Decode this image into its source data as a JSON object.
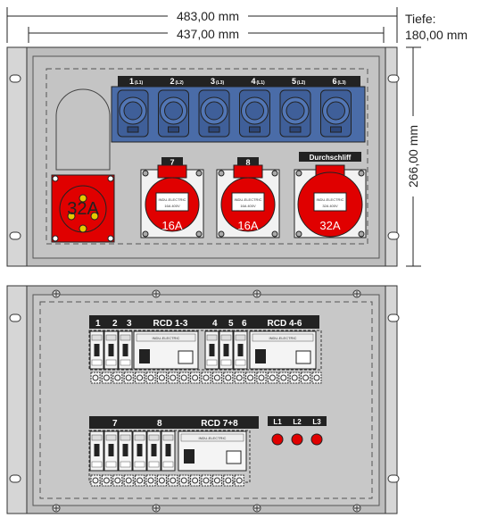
{
  "dimensions": {
    "width_total": "483,00 mm",
    "width_inner": "437,00 mm",
    "depth_label": "Tiefe:",
    "depth_value": "180,00 mm",
    "height": "266,00 mm"
  },
  "top_panel": {
    "blue_sockets": [
      {
        "num": "1",
        "sub": "(L1)"
      },
      {
        "num": "2",
        "sub": "(L2)"
      },
      {
        "num": "3",
        "sub": "(L3)"
      },
      {
        "num": "4",
        "sub": "(L1)"
      },
      {
        "num": "5",
        "sub": "(L2)"
      },
      {
        "num": "6",
        "sub": "(L3)"
      }
    ],
    "inlet_label": "32A",
    "red_sockets": [
      {
        "tag": "7",
        "brand": "INDU-ELECTRIC",
        "spec": "16A 400V",
        "rating": "16A"
      },
      {
        "tag": "8",
        "brand": "INDU-ELECTRIC",
        "spec": "16A 400V",
        "rating": "16A"
      },
      {
        "tag": "Durchschliff",
        "brand": "INDU-ELECTRIC",
        "spec": "32A 400V",
        "rating": "32A"
      }
    ]
  },
  "bottom_panel": {
    "row1": {
      "mcbs_a": [
        "1",
        "2",
        "3"
      ],
      "rcd_a": "RCD 1-3",
      "mcbs_b": [
        "4",
        "5",
        "6"
      ],
      "rcd_b": "RCD 4-6",
      "rcd_brand": "INDU-ELECTRIC"
    },
    "row2": {
      "group_a": "7",
      "group_b": "8",
      "rcd": "RCD 7+8",
      "rcd_brand": "INDU-ELECTRIC"
    },
    "phase_lamps": [
      "L1",
      "L2",
      "L3"
    ]
  },
  "colors": {
    "panel": "#c8c8c8",
    "frame": "#d6d6d6",
    "socket_blue": "#4a6ca8",
    "socket_red": "#e00000",
    "label_black": "#222222",
    "lamp_red": "#e00000"
  }
}
